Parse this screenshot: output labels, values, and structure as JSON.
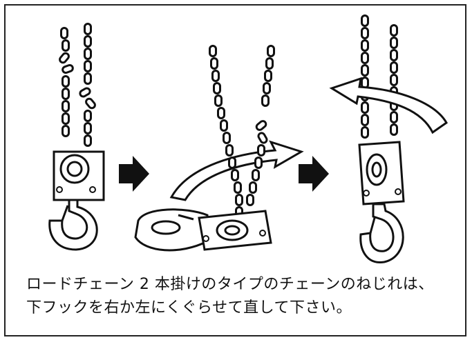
{
  "caption": {
    "line1": "ロードチェーン 2 本掛けのタイプのチェーンのねじれは、",
    "line2": "下フックを右か左にくぐらせて直して下さい。"
  },
  "figures": [
    {
      "id": "twisted-hoist",
      "icon": "chain-hoist-twisted"
    },
    {
      "id": "hook-passing-hoist",
      "icon": "chain-hoist-hook-through"
    },
    {
      "id": "corrected-hoist",
      "icon": "chain-hoist-corrected"
    }
  ],
  "arrows": [
    {
      "id": "step-arrow-1",
      "icon": "right-arrow-icon"
    },
    {
      "id": "step-arrow-2",
      "icon": "right-arrow-icon"
    },
    {
      "id": "rotate-arrow-right",
      "icon": "curved-arrow-right-icon"
    },
    {
      "id": "rotate-arrow-left",
      "icon": "curved-arrow-left-icon"
    }
  ],
  "colors": {
    "line": "#111111",
    "fill": "#ffffff",
    "border": "#222222"
  }
}
